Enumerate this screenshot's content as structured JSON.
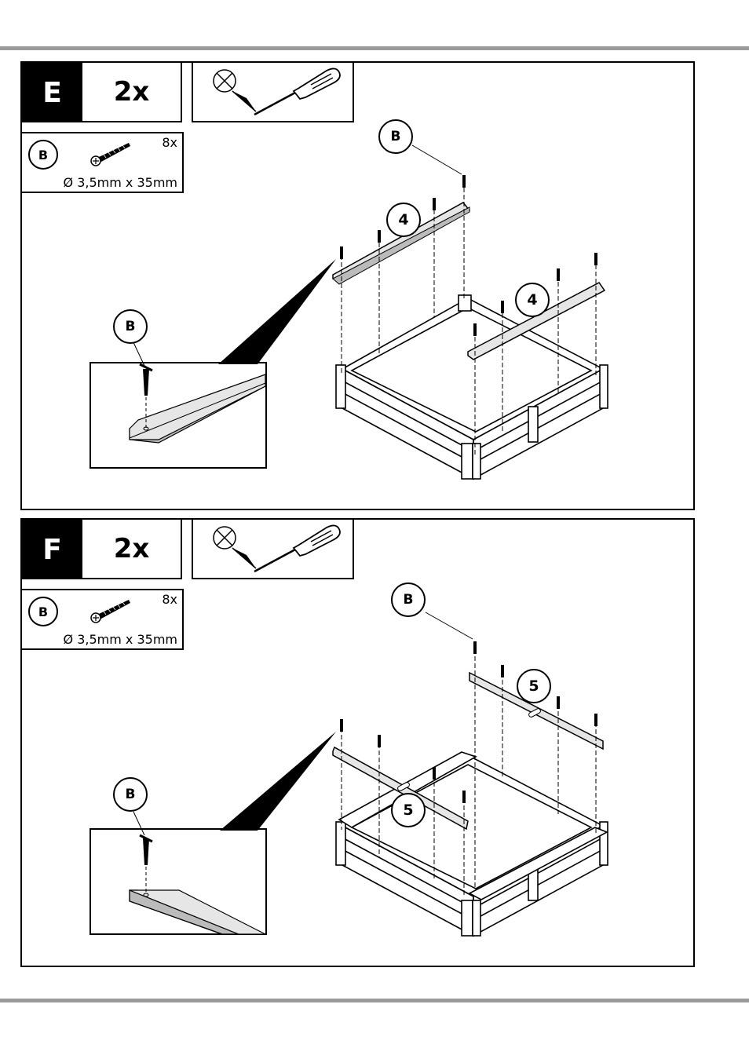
{
  "steps": [
    {
      "letter": "E",
      "count": "2x",
      "part": {
        "label": "B",
        "quantity": "8x",
        "dimension": "Ø 3,5mm x 35mm"
      },
      "callouts": {
        "screw": "B",
        "board_a": "4",
        "board_b": "4",
        "detail": "B"
      }
    },
    {
      "letter": "F",
      "count": "2x",
      "part": {
        "label": "B",
        "quantity": "8x",
        "dimension": "Ø 3,5mm x 35mm"
      },
      "callouts": {
        "screw": "B",
        "board_a": "5",
        "board_b": "5",
        "detail": "B"
      }
    }
  ],
  "tool": {
    "name": "screwdriver-icon",
    "prohibited_marker": "circled-x-icon"
  },
  "colors": {
    "rule": "#9a9a9a",
    "board_fill": "#e6e6e6",
    "ink": "#000000"
  }
}
